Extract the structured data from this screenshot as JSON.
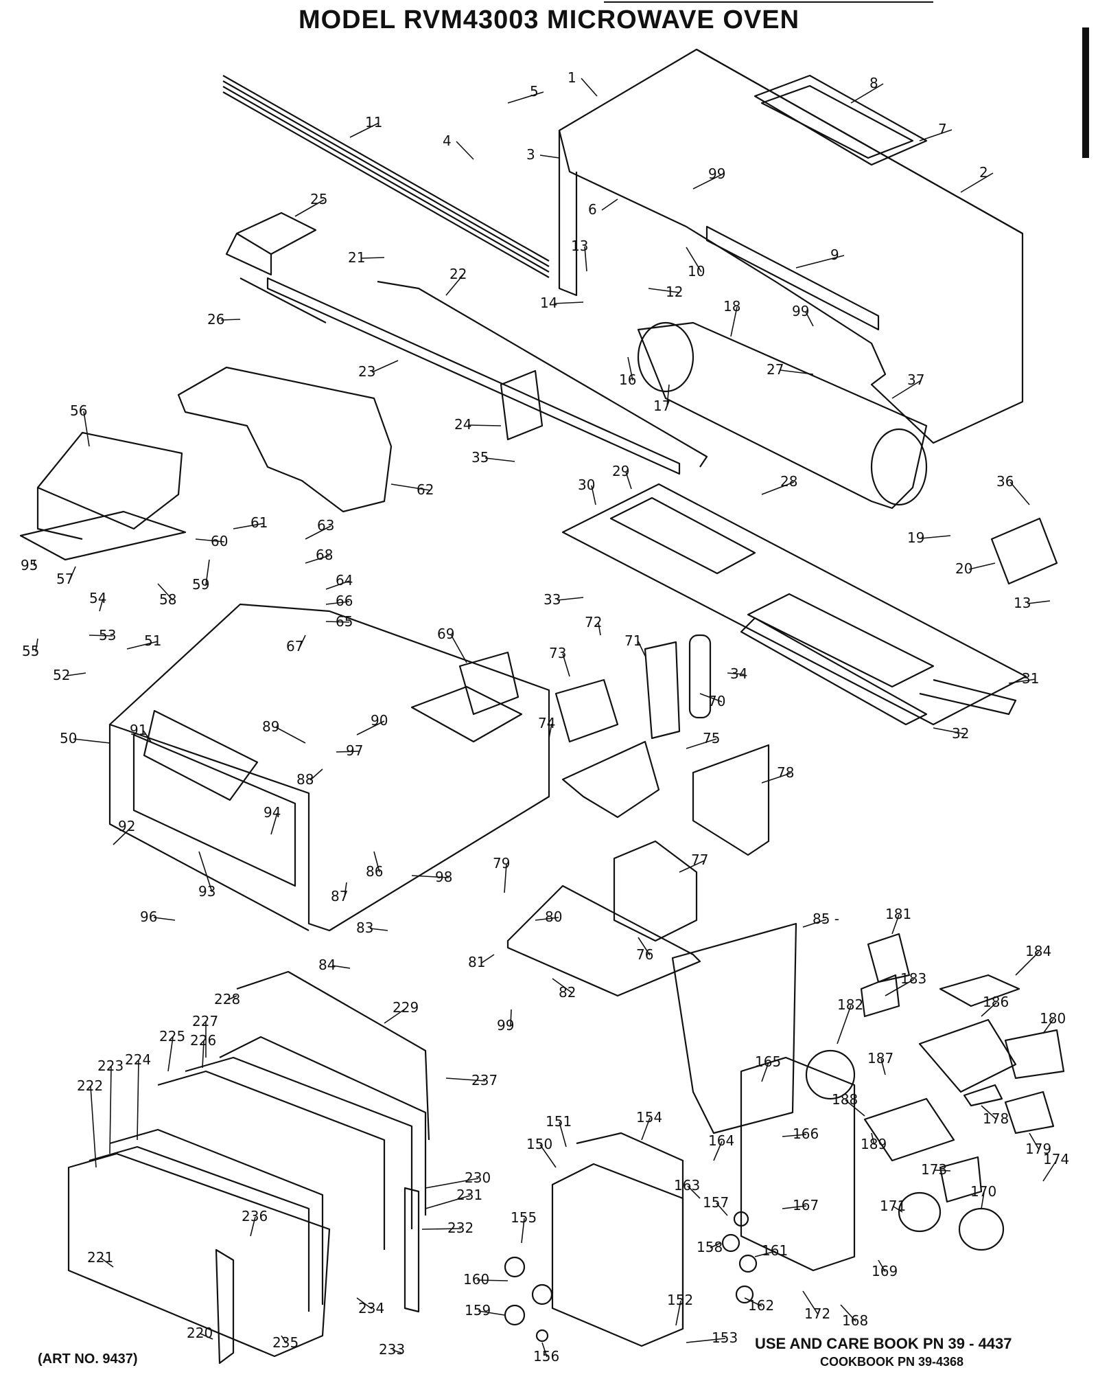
{
  "title": "MODEL RVM43003  MICROWAVE OVEN",
  "art_no": "(ART NO. 9437)",
  "footer": {
    "use_and_care": "USE AND CARE BOOK   PN 39 - 4437",
    "cookbook": "COOKBOOK  PN 39-4368"
  },
  "parts": [
    {
      "id": "1",
      "label": "1"
    },
    {
      "id": "2",
      "label": "2"
    },
    {
      "id": "3",
      "label": "3"
    },
    {
      "id": "4",
      "label": "4"
    },
    {
      "id": "5",
      "label": "5"
    },
    {
      "id": "6",
      "label": "6"
    },
    {
      "id": "7",
      "label": "7"
    },
    {
      "id": "8",
      "label": "8"
    },
    {
      "id": "9",
      "label": "9"
    },
    {
      "id": "10",
      "label": "10"
    },
    {
      "id": "11",
      "label": "11"
    },
    {
      "id": "12",
      "label": "12"
    },
    {
      "id": "13a",
      "label": "13"
    },
    {
      "id": "13b",
      "label": "13"
    },
    {
      "id": "14",
      "label": "14"
    },
    {
      "id": "16",
      "label": "16"
    },
    {
      "id": "17",
      "label": "17"
    },
    {
      "id": "18",
      "label": "18"
    },
    {
      "id": "19",
      "label": "19"
    },
    {
      "id": "20",
      "label": "20"
    },
    {
      "id": "21",
      "label": "21"
    },
    {
      "id": "22",
      "label": "22"
    },
    {
      "id": "23",
      "label": "23"
    },
    {
      "id": "24",
      "label": "24"
    },
    {
      "id": "25",
      "label": "25"
    },
    {
      "id": "26",
      "label": "26"
    },
    {
      "id": "27",
      "label": "27"
    },
    {
      "id": "28",
      "label": "28"
    },
    {
      "id": "29",
      "label": "29"
    },
    {
      "id": "30",
      "label": "30"
    },
    {
      "id": "31",
      "label": "31"
    },
    {
      "id": "32",
      "label": "32"
    },
    {
      "id": "33",
      "label": "33"
    },
    {
      "id": "34",
      "label": "34"
    },
    {
      "id": "35",
      "label": "35"
    },
    {
      "id": "36",
      "label": "36"
    },
    {
      "id": "37",
      "label": "37"
    },
    {
      "id": "50",
      "label": "50"
    },
    {
      "id": "51",
      "label": "51"
    },
    {
      "id": "52",
      "label": "52"
    },
    {
      "id": "53",
      "label": "53"
    },
    {
      "id": "54",
      "label": "54"
    },
    {
      "id": "55",
      "label": "55"
    },
    {
      "id": "56",
      "label": "56"
    },
    {
      "id": "57",
      "label": "57"
    },
    {
      "id": "58",
      "label": "58"
    },
    {
      "id": "59",
      "label": "59"
    },
    {
      "id": "60",
      "label": "60"
    },
    {
      "id": "61",
      "label": "61"
    },
    {
      "id": "62",
      "label": "62"
    },
    {
      "id": "63",
      "label": "63"
    },
    {
      "id": "64",
      "label": "64"
    },
    {
      "id": "65",
      "label": "65"
    },
    {
      "id": "66",
      "label": "66"
    },
    {
      "id": "67",
      "label": "67"
    },
    {
      "id": "68",
      "label": "68"
    },
    {
      "id": "69",
      "label": "69"
    },
    {
      "id": "70",
      "label": "70"
    },
    {
      "id": "71",
      "label": "71"
    },
    {
      "id": "72",
      "label": "72"
    },
    {
      "id": "73",
      "label": "73"
    },
    {
      "id": "74",
      "label": "74"
    },
    {
      "id": "75",
      "label": "75"
    },
    {
      "id": "76",
      "label": "76"
    },
    {
      "id": "77",
      "label": "77"
    },
    {
      "id": "78",
      "label": "78"
    },
    {
      "id": "79",
      "label": "79"
    },
    {
      "id": "80",
      "label": "80"
    },
    {
      "id": "81",
      "label": "81"
    },
    {
      "id": "82",
      "label": "82"
    },
    {
      "id": "83",
      "label": "83"
    },
    {
      "id": "84",
      "label": "84"
    },
    {
      "id": "85",
      "label": "85 -"
    },
    {
      "id": "86",
      "label": "86"
    },
    {
      "id": "87",
      "label": "87"
    },
    {
      "id": "88",
      "label": "88"
    },
    {
      "id": "89",
      "label": "89"
    },
    {
      "id": "90",
      "label": "90"
    },
    {
      "id": "91",
      "label": "91"
    },
    {
      "id": "92",
      "label": "92"
    },
    {
      "id": "93",
      "label": "93"
    },
    {
      "id": "94",
      "label": "94"
    },
    {
      "id": "95",
      "label": "95"
    },
    {
      "id": "96",
      "label": "96"
    },
    {
      "id": "97",
      "label": "97"
    },
    {
      "id": "98",
      "label": "98"
    },
    {
      "id": "99a",
      "label": "99"
    },
    {
      "id": "99b",
      "label": "99"
    },
    {
      "id": "99c",
      "label": "99"
    },
    {
      "id": "150",
      "label": "150"
    },
    {
      "id": "151",
      "label": "151"
    },
    {
      "id": "152",
      "label": "152"
    },
    {
      "id": "153",
      "label": "153"
    },
    {
      "id": "154",
      "label": "154"
    },
    {
      "id": "155",
      "label": "155"
    },
    {
      "id": "156",
      "label": "156"
    },
    {
      "id": "157",
      "label": "157"
    },
    {
      "id": "158",
      "label": "158"
    },
    {
      "id": "159",
      "label": "159"
    },
    {
      "id": "160",
      "label": "160"
    },
    {
      "id": "161",
      "label": "161"
    },
    {
      "id": "162",
      "label": "162"
    },
    {
      "id": "163",
      "label": "163"
    },
    {
      "id": "164",
      "label": "164"
    },
    {
      "id": "165",
      "label": "165"
    },
    {
      "id": "166",
      "label": "166"
    },
    {
      "id": "167",
      "label": "167"
    },
    {
      "id": "168",
      "label": "168"
    },
    {
      "id": "169",
      "label": "169"
    },
    {
      "id": "170",
      "label": "170"
    },
    {
      "id": "171",
      "label": "171"
    },
    {
      "id": "172",
      "label": "172"
    },
    {
      "id": "173",
      "label": "173"
    },
    {
      "id": "174",
      "label": "174"
    },
    {
      "id": "178",
      "label": "178"
    },
    {
      "id": "179",
      "label": "179"
    },
    {
      "id": "180",
      "label": "180"
    },
    {
      "id": "181",
      "label": "181"
    },
    {
      "id": "182",
      "label": "182"
    },
    {
      "id": "183",
      "label": "183"
    },
    {
      "id": "184",
      "label": "184"
    },
    {
      "id": "186",
      "label": "186"
    },
    {
      "id": "187",
      "label": "187"
    },
    {
      "id": "188",
      "label": "188"
    },
    {
      "id": "189",
      "label": "189"
    },
    {
      "id": "220",
      "label": "220"
    },
    {
      "id": "221",
      "label": "221"
    },
    {
      "id": "222",
      "label": "222"
    },
    {
      "id": "223",
      "label": "223"
    },
    {
      "id": "224",
      "label": "224"
    },
    {
      "id": "225",
      "label": "225"
    },
    {
      "id": "226",
      "label": "226"
    },
    {
      "id": "227",
      "label": "227"
    },
    {
      "id": "228",
      "label": "228"
    },
    {
      "id": "229",
      "label": "229"
    },
    {
      "id": "230",
      "label": "230"
    },
    {
      "id": "231",
      "label": "231"
    },
    {
      "id": "232",
      "label": "232"
    },
    {
      "id": "233",
      "label": "233"
    },
    {
      "id": "234",
      "label": "234"
    },
    {
      "id": "235",
      "label": "235"
    },
    {
      "id": "236",
      "label": "236"
    },
    {
      "id": "237",
      "label": "237"
    }
  ]
}
